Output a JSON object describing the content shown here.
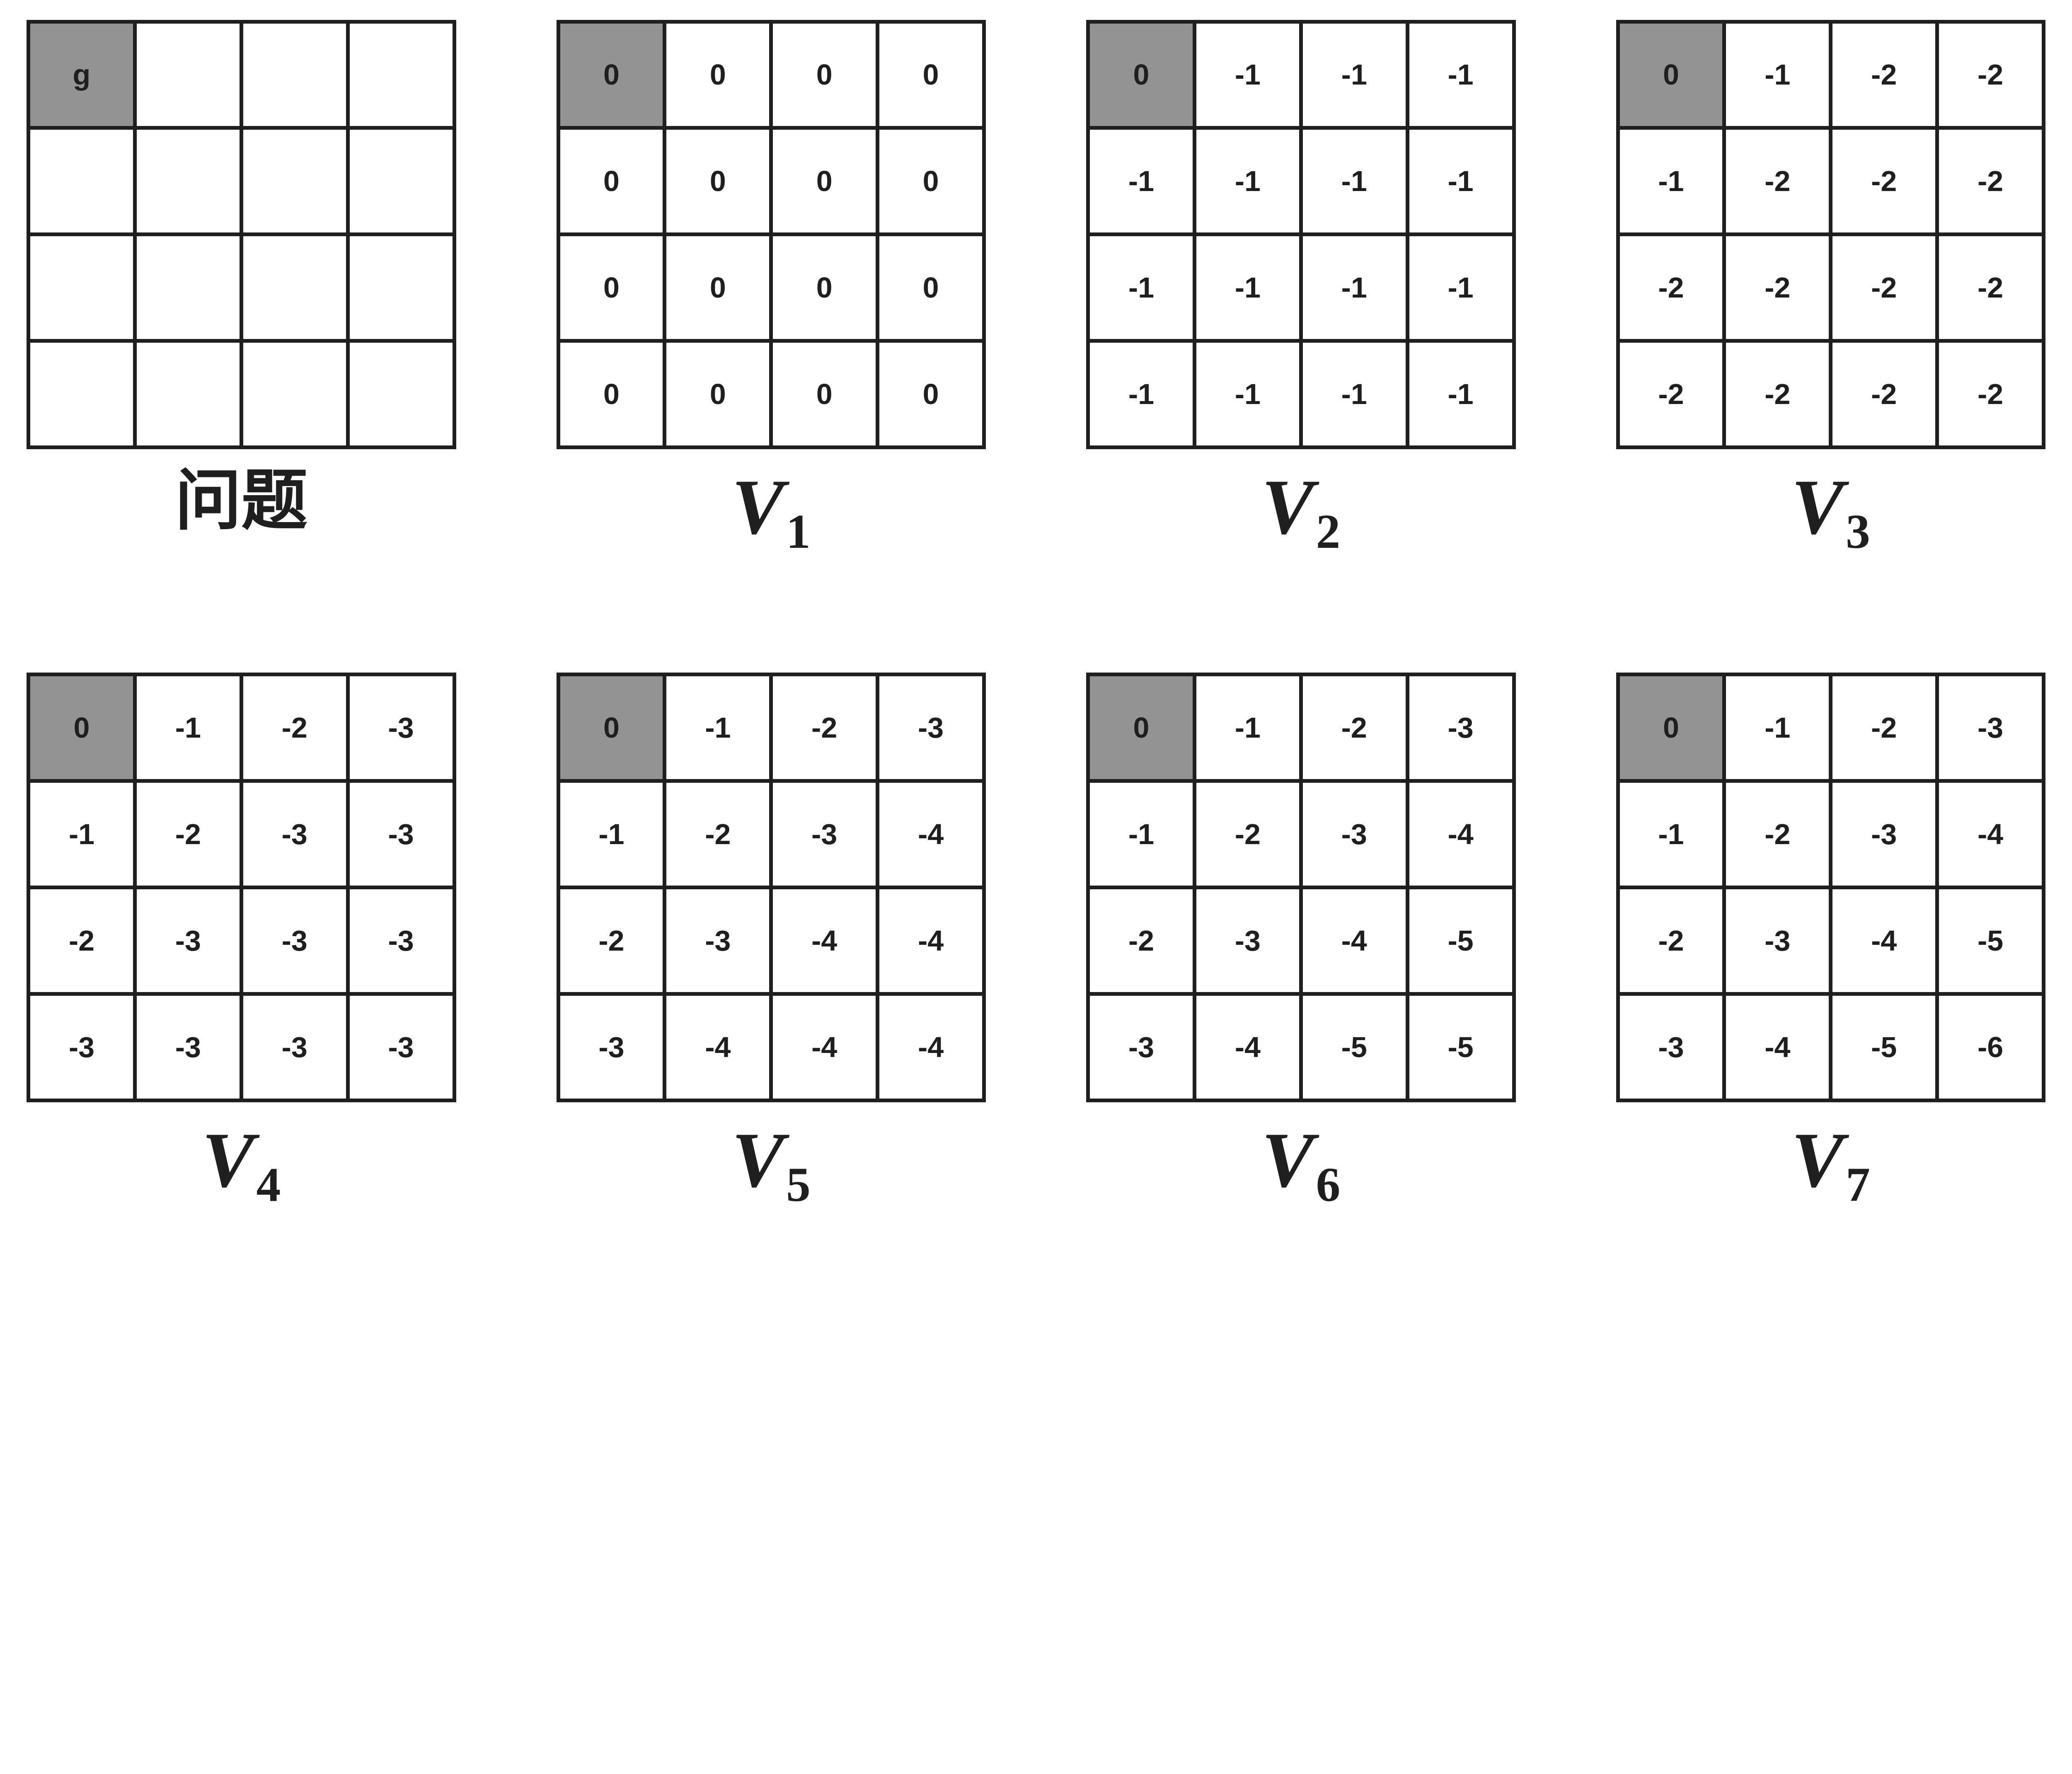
{
  "figure": {
    "description": "Value iteration on a 4x4 gridworld with goal cell g in the top-left corner; successive value functions V1 through V7",
    "colors": {
      "background": "#ffffff",
      "grid_line": "#1f1f1f",
      "cell_text": "#1f1f1f",
      "goal_cell_bg": "#939393"
    },
    "grids": [
      {
        "id": "problem",
        "label_main": "问题",
        "label_sub": "",
        "goal": [
          0,
          0
        ],
        "cells": [
          [
            "g",
            "",
            "",
            ""
          ],
          [
            "",
            "",
            "",
            ""
          ],
          [
            "",
            "",
            "",
            ""
          ],
          [
            "",
            "",
            "",
            ""
          ]
        ]
      },
      {
        "id": "v1",
        "label_main": "V",
        "label_sub": "1",
        "goal": [
          0,
          0
        ],
        "cells": [
          [
            "0",
            "0",
            "0",
            "0"
          ],
          [
            "0",
            "0",
            "0",
            "0"
          ],
          [
            "0",
            "0",
            "0",
            "0"
          ],
          [
            "0",
            "0",
            "0",
            "0"
          ]
        ]
      },
      {
        "id": "v2",
        "label_main": "V",
        "label_sub": "2",
        "goal": [
          0,
          0
        ],
        "cells": [
          [
            "0",
            "-1",
            "-1",
            "-1"
          ],
          [
            "-1",
            "-1",
            "-1",
            "-1"
          ],
          [
            "-1",
            "-1",
            "-1",
            "-1"
          ],
          [
            "-1",
            "-1",
            "-1",
            "-1"
          ]
        ]
      },
      {
        "id": "v3",
        "label_main": "V",
        "label_sub": "3",
        "goal": [
          0,
          0
        ],
        "cells": [
          [
            "0",
            "-1",
            "-2",
            "-2"
          ],
          [
            "-1",
            "-2",
            "-2",
            "-2"
          ],
          [
            "-2",
            "-2",
            "-2",
            "-2"
          ],
          [
            "-2",
            "-2",
            "-2",
            "-2"
          ]
        ]
      },
      {
        "id": "v4",
        "label_main": "V",
        "label_sub": "4",
        "goal": [
          0,
          0
        ],
        "cells": [
          [
            "0",
            "-1",
            "-2",
            "-3"
          ],
          [
            "-1",
            "-2",
            "-3",
            "-3"
          ],
          [
            "-2",
            "-3",
            "-3",
            "-3"
          ],
          [
            "-3",
            "-3",
            "-3",
            "-3"
          ]
        ]
      },
      {
        "id": "v5",
        "label_main": "V",
        "label_sub": "5",
        "goal": [
          0,
          0
        ],
        "cells": [
          [
            "0",
            "-1",
            "-2",
            "-3"
          ],
          [
            "-1",
            "-2",
            "-3",
            "-4"
          ],
          [
            "-2",
            "-3",
            "-4",
            "-4"
          ],
          [
            "-3",
            "-4",
            "-4",
            "-4"
          ]
        ]
      },
      {
        "id": "v6",
        "label_main": "V",
        "label_sub": "6",
        "goal": [
          0,
          0
        ],
        "cells": [
          [
            "0",
            "-1",
            "-2",
            "-3"
          ],
          [
            "-1",
            "-2",
            "-3",
            "-4"
          ],
          [
            "-2",
            "-3",
            "-4",
            "-5"
          ],
          [
            "-3",
            "-4",
            "-5",
            "-5"
          ]
        ]
      },
      {
        "id": "v7",
        "label_main": "V",
        "label_sub": "7",
        "goal": [
          0,
          0
        ],
        "cells": [
          [
            "0",
            "-1",
            "-2",
            "-3"
          ],
          [
            "-1",
            "-2",
            "-3",
            "-4"
          ],
          [
            "-2",
            "-3",
            "-4",
            "-5"
          ],
          [
            "-3",
            "-4",
            "-5",
            "-6"
          ]
        ]
      }
    ]
  }
}
